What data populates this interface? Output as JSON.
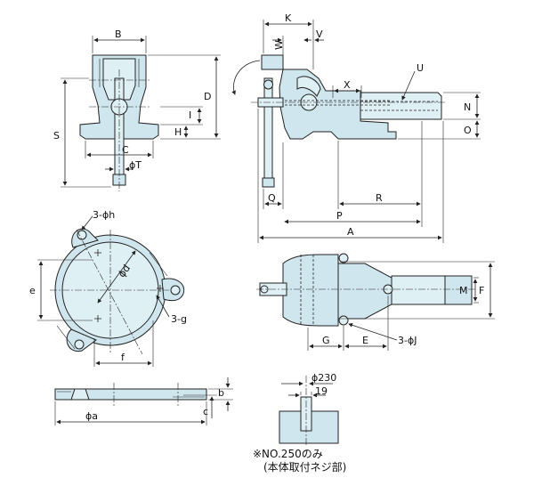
{
  "front_view": {
    "labels": {
      "B": "B",
      "D": "D",
      "S": "S",
      "I": "I",
      "H": "H",
      "C": "C",
      "T": "ϕT"
    }
  },
  "side_view": {
    "labels": {
      "K": "K",
      "W": "W",
      "V": "V",
      "U": "U",
      "X": "X",
      "N": "N",
      "O": "O",
      "Q": "Q",
      "R": "R",
      "P": "P",
      "A": "A"
    }
  },
  "base_view": {
    "labels": {
      "h": "3-ϕh",
      "d": "ϕd",
      "e": "e",
      "g": "3-g",
      "f": "f"
    }
  },
  "top_view": {
    "labels": {
      "M": "M",
      "F": "F",
      "G": "G",
      "E": "E",
      "J": "3-ϕJ"
    }
  },
  "base_section": {
    "labels": {
      "b": "b",
      "c": "c",
      "a": "ϕa"
    }
  },
  "detail": {
    "labels": {
      "d230": "ϕ230",
      "d19": "19"
    },
    "note_line1": "※NO.250のみ",
    "note_line2": "(本体取付ネジ部)"
  }
}
